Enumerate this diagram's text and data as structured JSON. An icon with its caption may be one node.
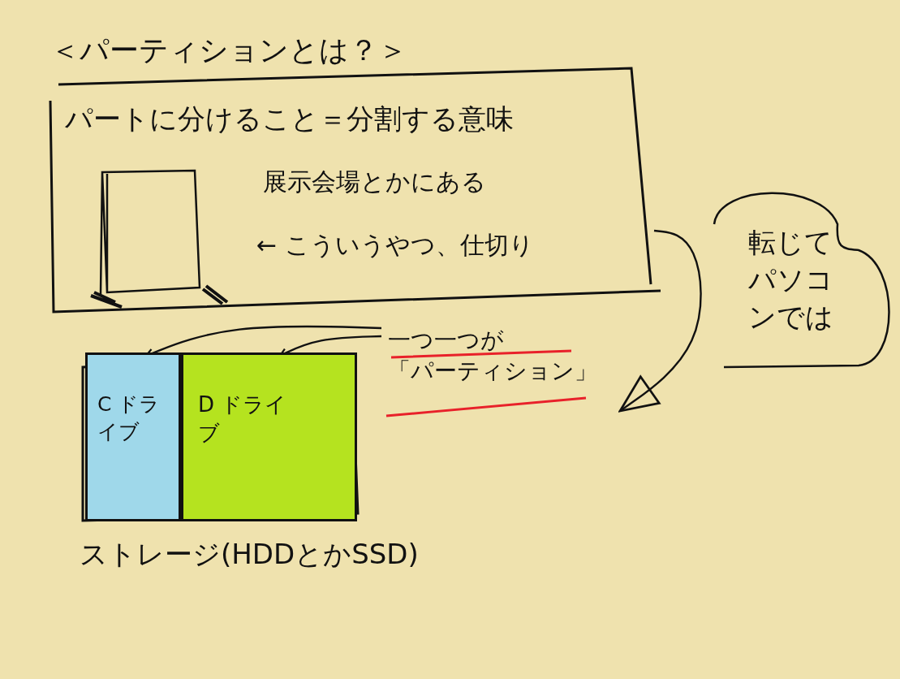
{
  "diagram": {
    "title": "＜パーティションとは？＞",
    "nodes": [
      {
        "text": [
          "パートに分けること＝分割する意味",
          "展示会場とかにある",
          "← こういうやつ、仕切り"
        ]
      },
      {
        "text": [
          "転じてパソコンでは"
        ]
      },
      {
        "text": [
          "一つ一つが「パーティション」"
        ]
      },
      {
        "text": [
          "ストレージ(HDDとかSSD)"
        ]
      },
      {
        "text": [
          "C ドライブ"
        ],
        "in": 3
      },
      {
        "text": [
          "D ドライブ"
        ],
        "in": 3
      }
    ],
    "edges": [
      {
        "from": 2,
        "to": 4,
        "arrow": "to"
      },
      {
        "from": 2,
        "to": 5,
        "arrow": "to"
      },
      {
        "from": 0,
        "to": 2,
        "arrow": "to"
      }
    ]
  }
}
